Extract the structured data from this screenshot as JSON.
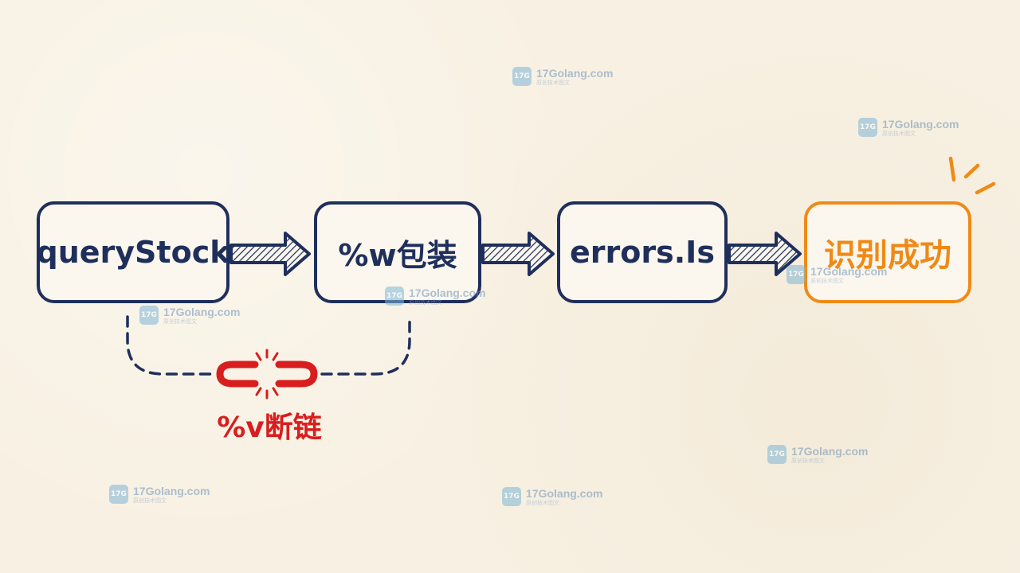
{
  "nodes": [
    {
      "label": "queryStock"
    },
    {
      "label": "%w包装"
    },
    {
      "label": "errors.Is"
    },
    {
      "label": "识别成功"
    }
  ],
  "broken_link": {
    "label": "%v断链"
  },
  "watermark": {
    "site": "17Golang.com",
    "tagline": "原创技术图文",
    "logo_text": "17G"
  },
  "colors": {
    "ink": "#1f2f5c",
    "success": "#ef8a17",
    "broken": "#d81e1e",
    "paper": "#f8f1e3"
  }
}
